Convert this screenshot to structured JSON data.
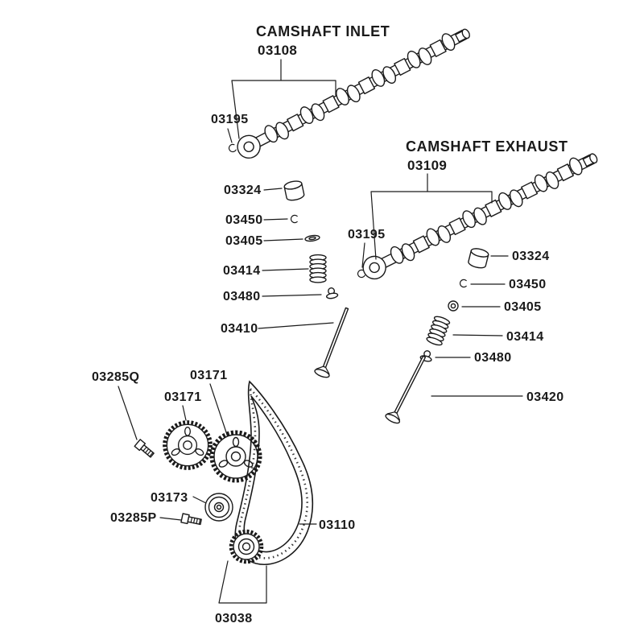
{
  "page": {
    "background": "#ffffff",
    "ink": "#1a1a1a"
  },
  "diagram": {
    "type": "exploded-parts-diagram",
    "subject": "Camshaft, valve train and timing belt",
    "camshaft_inlet": {
      "title": "CAMSHAFT INLET",
      "part_no": "03108"
    },
    "camshaft_exhaust": {
      "title": "CAMSHAFT EXHAUST",
      "part_no": "03109"
    },
    "labels": {
      "inlet_front_seal": "03195",
      "exhaust_front_seal": "03195",
      "inlet_tappet": "03324",
      "inlet_circlip": "03450",
      "inlet_spring_seat": "03405",
      "inlet_valve_spring": "03414",
      "inlet_retainer": "03480",
      "inlet_valve": "03410",
      "exhaust_tappet": "03324",
      "exhaust_circlip": "03450",
      "exhaust_spring_seat": "03405",
      "exhaust_valve_spring": "03414",
      "exhaust_retainer": "03480",
      "exhaust_valve": "03420",
      "sprocket_bolt_q": "03285Q",
      "cam_sprocket_left": "03171",
      "cam_sprocket_right": "03171",
      "tensioner_pulley": "03173",
      "tensioner_bolt_p": "03285P",
      "timing_belt": "03110",
      "crank_sprocket": "03038"
    }
  }
}
